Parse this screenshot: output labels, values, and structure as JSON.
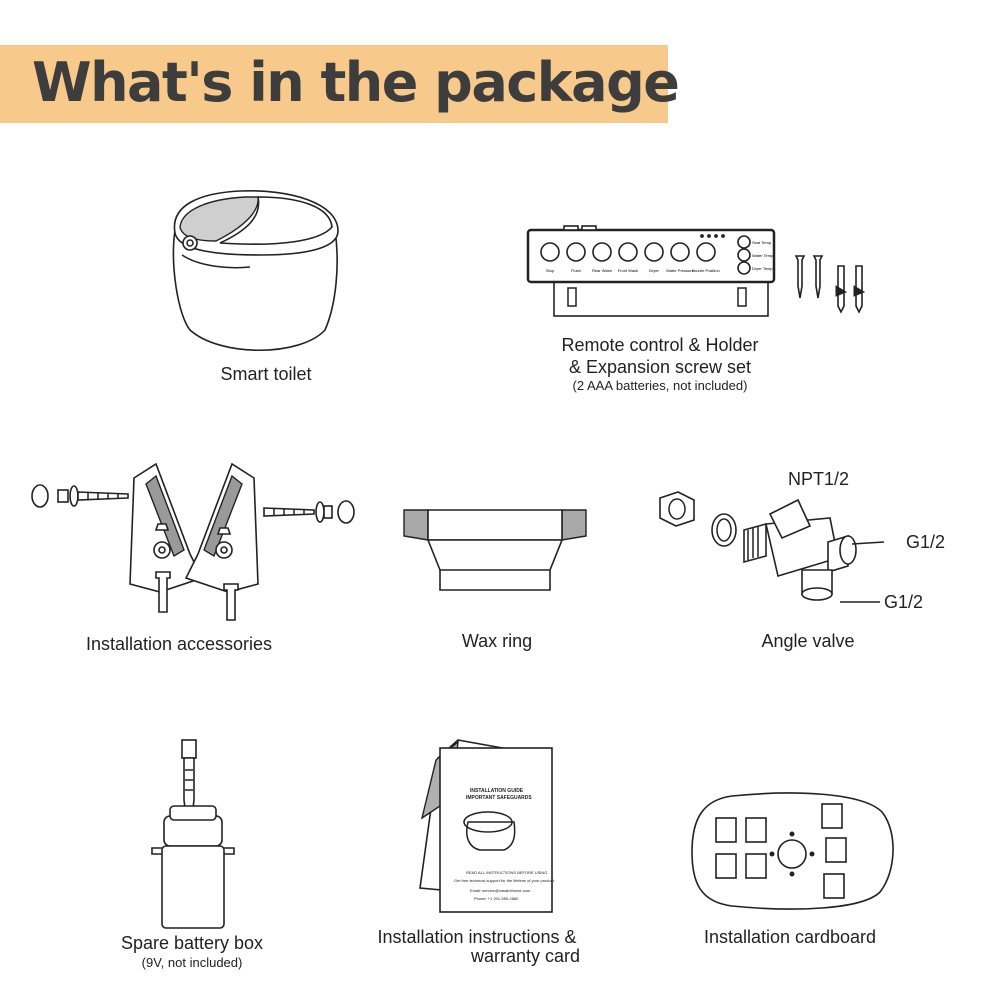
{
  "title": "What's in the package",
  "colors": {
    "banner": "#f7c98a",
    "title_text": "#3d3d3d"
  },
  "items": {
    "smart_toilet": {
      "label": "Smart toilet"
    },
    "remote": {
      "label_line1": "Remote control & Holder",
      "label_line2": "& Expansion screw set",
      "note": "(2 AAA batteries, not included)",
      "buttons": [
        "Stop",
        "Flush",
        "Rear Wash",
        "Front Wash",
        "Dryer",
        "Water Pressure",
        "Nozzle Position"
      ],
      "side_buttons": [
        "Seat Temp",
        "Water Temp",
        "Dryer Temp"
      ]
    },
    "installation_accessories": {
      "label": "Installation accessories"
    },
    "wax_ring": {
      "label": "Wax ring"
    },
    "angle_valve": {
      "label": "Angle valve",
      "callouts": [
        "NPT1/2",
        "G1/2",
        "G1/2"
      ]
    },
    "spare_battery_box": {
      "label": "Spare battery box",
      "note": "(9V, not included)"
    },
    "installation_instructions": {
      "label_line1": "Installation instructions &",
      "label_line2": "warranty card",
      "doc_heading1": "INSTALLATION GUIDE",
      "doc_heading2": "IMPORTANT SAFEGUARDS",
      "doc_text1": "READ ALL INSTRUCTIONS BEFORE USING.",
      "doc_text2": "Get free technical support for the lifetime of your product.",
      "doc_email": "Email: service@casainthome.com",
      "doc_phone": "Phone: +1 201-555-2680"
    },
    "installation_cardboard": {
      "label": "Installation cardboard"
    }
  }
}
